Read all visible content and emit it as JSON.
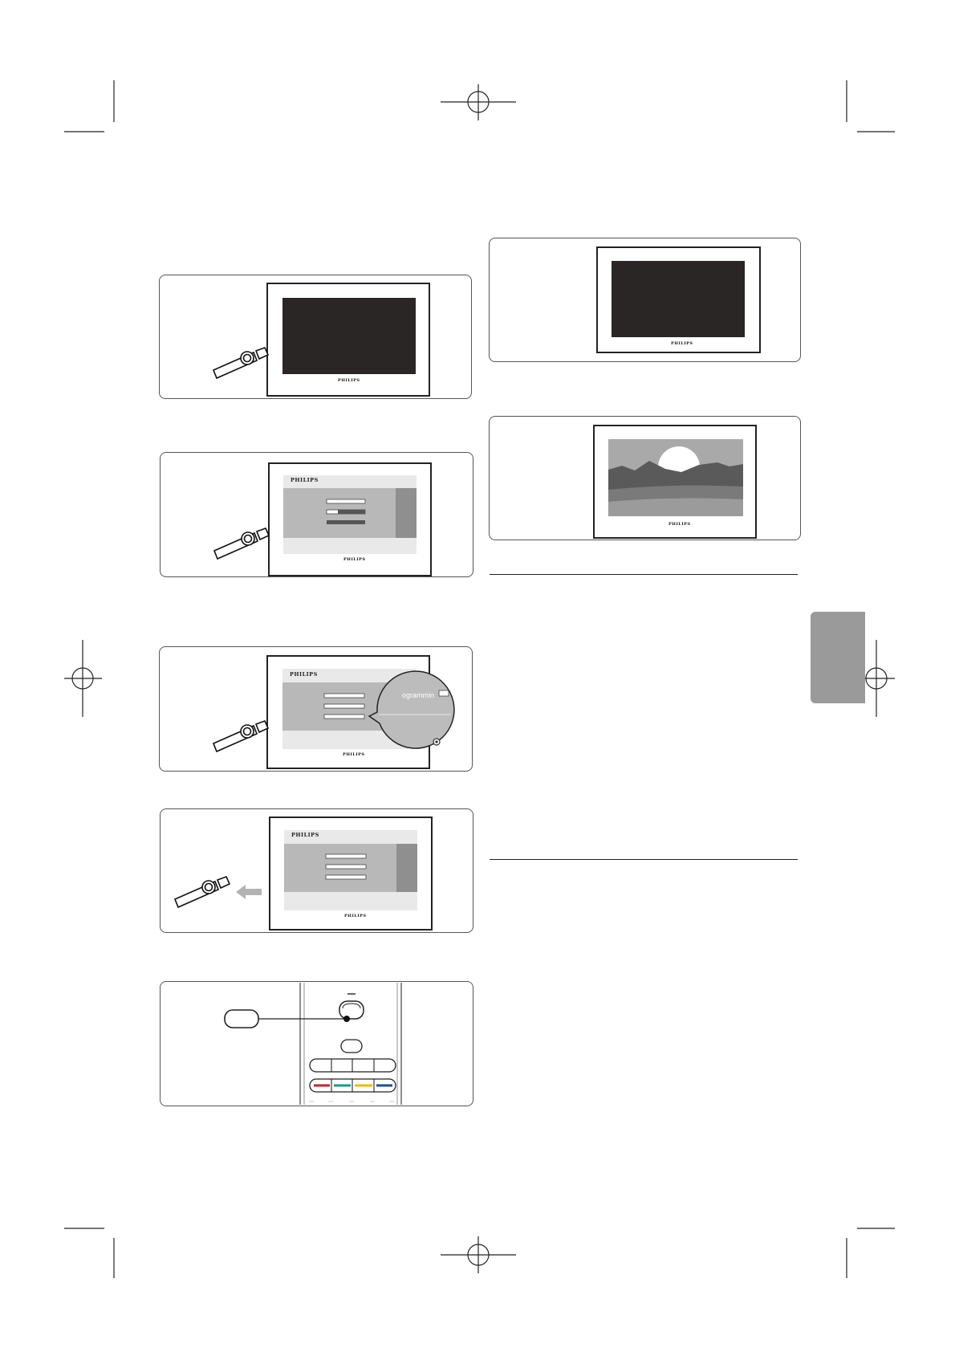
{
  "brand": {
    "tv_logo": "PHILIPS",
    "screen_logo": "PHILIPS"
  },
  "callout": {
    "text": "ogrammin"
  },
  "colors": {
    "tab": "#9a9a9a",
    "red": "#c0272d",
    "green": "#1a9a8a",
    "yellow": "#f2b705",
    "blue": "#1f4e9a"
  },
  "icons": [
    "registration-mark-icon",
    "usb-stick-icon",
    "arrow-left-icon",
    "close-icon"
  ]
}
